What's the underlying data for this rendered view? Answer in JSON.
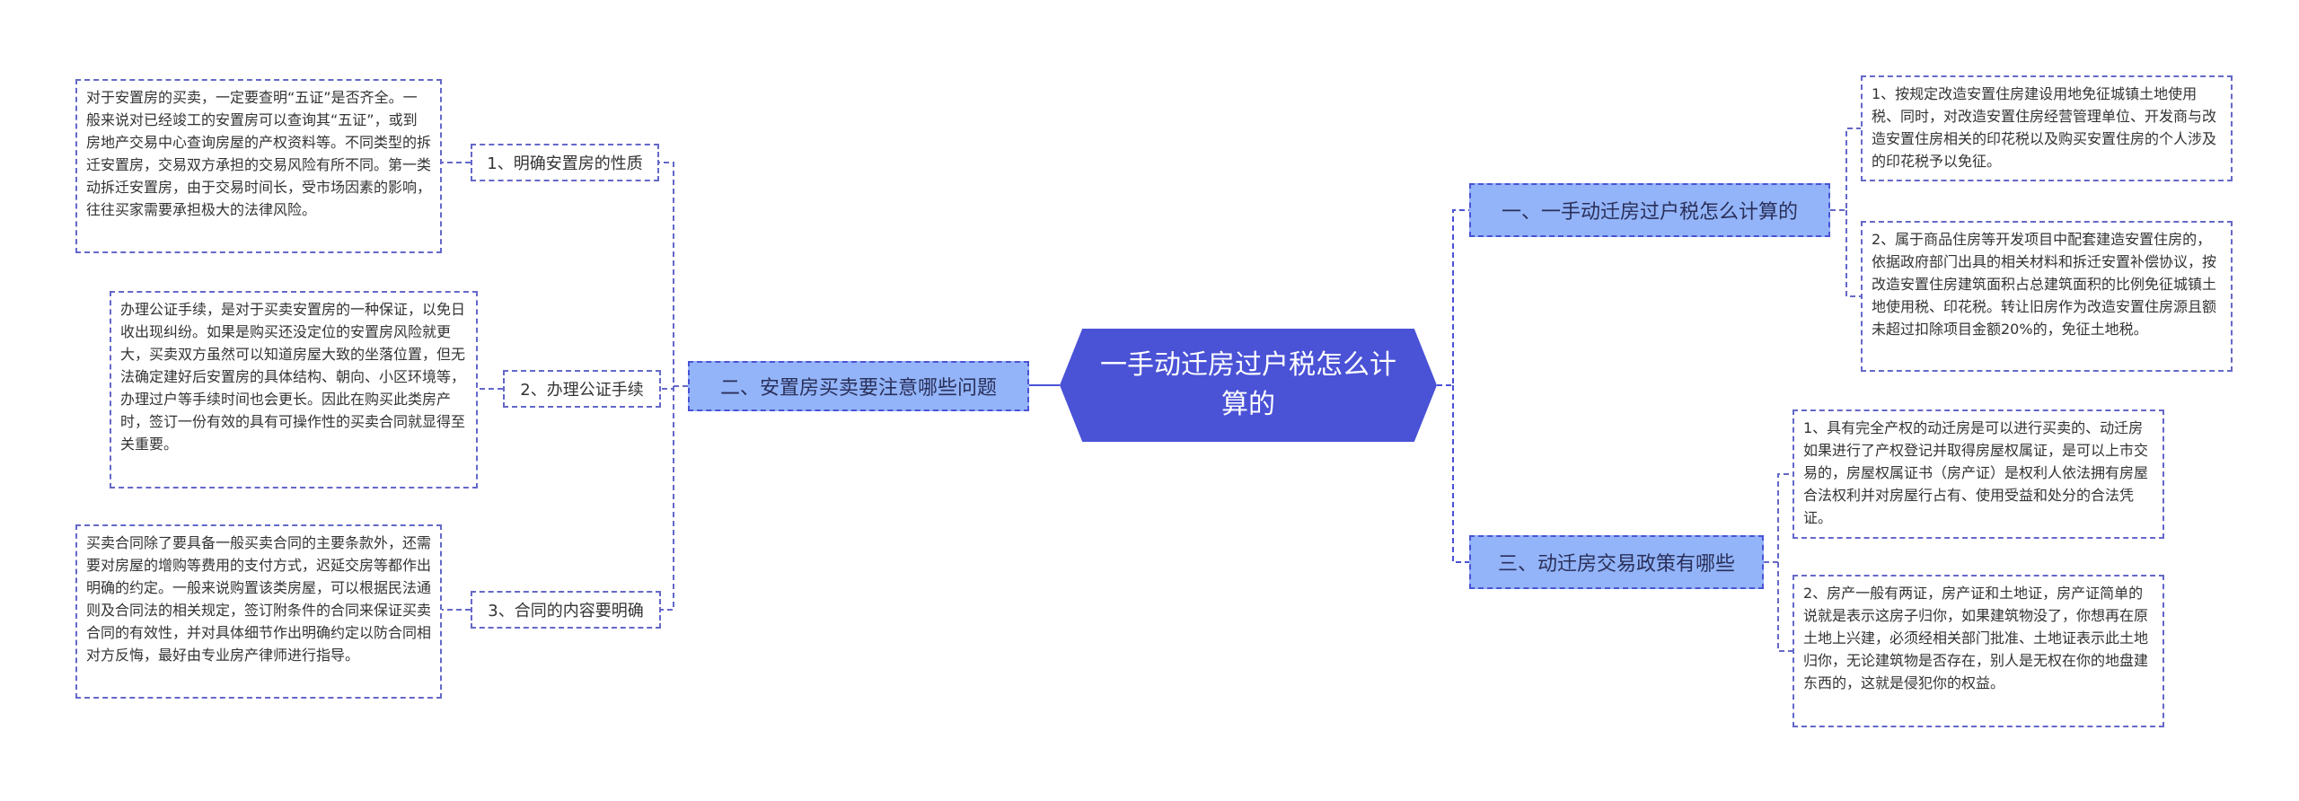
{
  "root": {
    "title": "一手动迁房过户税怎么计算的"
  },
  "right": [
    {
      "label": "一、一手动迁房过户税怎么计算的",
      "leaves": [
        "1、按规定改造安置住房建设用地免征城镇土地使用税、同时，对改造安置住房经营管理单位、开发商与改造安置住房相关的印花税以及购买安置住房的个人涉及的印花税予以免征。",
        "2、属于商品住房等开发项目中配套建造安置住房的，依据政府部门出具的相关材料和拆迁安置补偿协议，按改造安置住房建筑面积占总建筑面积的比例免征城镇土地使用税、印花税。转让旧房作为改造安置住房源且额未超过扣除项目金额20%的，免征土地税。"
      ]
    },
    {
      "label": "三、动迁房交易政策有哪些",
      "leaves": [
        "1、具有完全产权的动迁房是可以进行买卖的、动迁房如果进行了产权登记并取得房屋权属证，是可以上市交易的，房屋权属证书（房产证）是权利人依法拥有房屋合法权利并对房屋行占有、使用受益和处分的合法凭证。",
        "2、房产一般有两证，房产证和土地证，房产证简单的说就是表示这房子归你，如果建筑物没了，你想再在原土地上兴建，必须经相关部门批准、土地证表示此土地归你，无论建筑物是否存在，别人是无权在你的地盘建东西的，这就是侵犯你的权益。"
      ]
    }
  ],
  "left": {
    "label": "二、安置房买卖要注意哪些问题",
    "subs": [
      {
        "label": "1、明确安置房的性质",
        "leaf": "对于安置房的买卖，一定要查明“五证”是否齐全。一般来说对已经竣工的安置房可以查询其“五证”，或到房地产交易中心查询房屋的产权资料等。不同类型的拆迁安置房，交易双方承担的交易风险有所不同。第一类动拆迁安置房，由于交易时间长，受市场因素的影响，往往买家需要承担极大的法律风险。"
      },
      {
        "label": "2、办理公证手续",
        "leaf": "办理公证手续，是对于买卖安置房的一种保证，以免日收出现纠纷。如果是购买还没定位的安置房风险就更大，买卖双方虽然可以知道房屋大致的坐落位置，但无法确定建好后安置房的具体结构、朝向、小区环境等，办理过户等手续时间也会更长。因此在购买此类房产时，签订一份有效的具有可操作性的买卖合同就显得至关重要。"
      },
      {
        "label": "3、合同的内容要明确",
        "leaf": "买卖合同除了要具备一般买卖合同的主要条款外，还需要对房屋的增购等费用的支付方式，迟延交房等都作出明确的约定。一般来说购置该类房屋，可以根据民法通则及合同法的相关规定，签订附条件的合同来保证买卖合同的有效性，并对具体细节作出明确约定以防合同相对方反悔，最好由专业房产律师进行指导。"
      }
    ]
  },
  "colors": {
    "root": "#4a52d6",
    "branch": "#93b4f8",
    "line": "#4a52d6",
    "sub_line": "#6468c8"
  }
}
